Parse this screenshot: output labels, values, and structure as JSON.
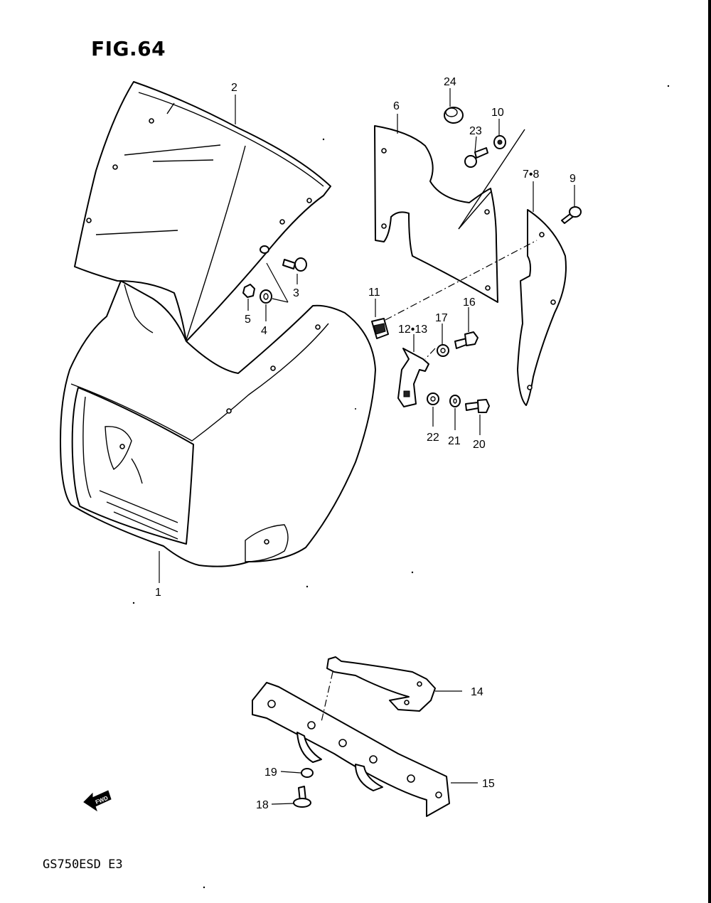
{
  "figure": {
    "title": "FIG.64"
  },
  "model_code": "GS750ESD E3",
  "fwd_arrow": {
    "label": "FWD",
    "icon": "fwd-arrow-icon"
  },
  "callouts": {
    "c1": "1",
    "c2": "2",
    "c3": "3",
    "c4": "4",
    "c5": "5",
    "c6": "6",
    "c7_8": "7•8",
    "c9": "9",
    "c10": "10",
    "c11": "11",
    "c12_13": "12•13",
    "c14": "14",
    "c15": "15",
    "c16": "16",
    "c17": "17",
    "c18": "18",
    "c19": "19",
    "c20": "20",
    "c21": "21",
    "c22": "22",
    "c23": "23",
    "c24": "24"
  }
}
